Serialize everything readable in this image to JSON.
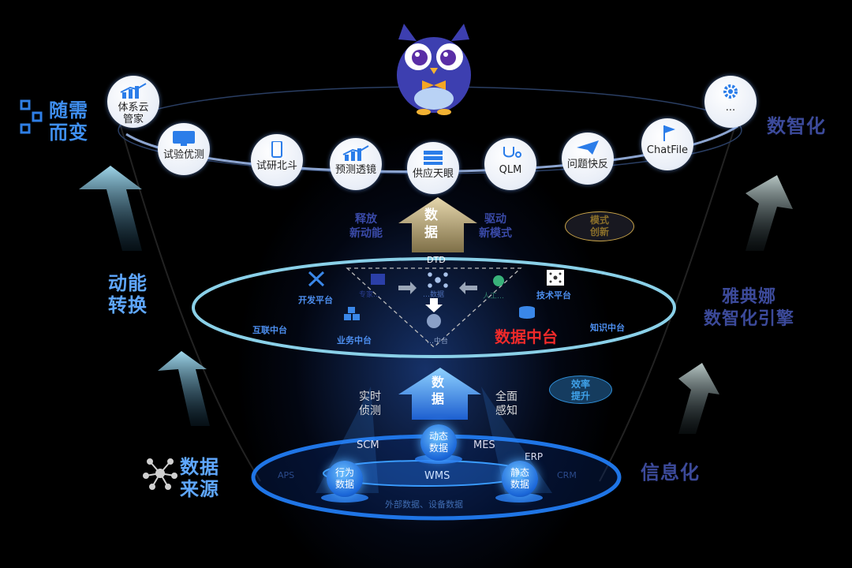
{
  "left": {
    "top_label": "随需\n而变",
    "middle_label": "动能\n转换",
    "bottom_label": "数据\n来源"
  },
  "right": {
    "top_label": "数智化",
    "middle_label": "雅典娜\n数智化引擎",
    "bottom_label": "信息化"
  },
  "top_ring": {
    "nodes": [
      {
        "label": "体系云\n管家",
        "icon": "chart-bars-icon"
      },
      {
        "label": "试验优测",
        "icon": "monitor-icon"
      },
      {
        "label": "试研北斗",
        "icon": "phone-icon"
      },
      {
        "label": "预测透镜",
        "icon": "chart-bars-icon"
      },
      {
        "label": "供应天眼",
        "icon": "stack-icon"
      },
      {
        "label": "QLM",
        "icon": "stethoscope-icon"
      },
      {
        "label": "问题快反",
        "icon": "paper-plane-icon"
      },
      {
        "label": "ChatFile",
        "icon": "flag-icon"
      },
      {
        "label": "...",
        "icon": "gear-icon"
      }
    ]
  },
  "upper_arrow": {
    "text": "数\n据",
    "left_text": "释放\n新动能",
    "right_text": "驱动\n新模式",
    "base_label": "DTD"
  },
  "mode_badge": "模式\n创新",
  "middle_ring": {
    "dev_platform": "开发平台",
    "tech_platform": "技术平台",
    "internet_platform": "互联中台",
    "business_platform": "业务中台",
    "knowledge_platform": "知识中台",
    "data_platform": "数据中台",
    "tri_left": "专家…",
    "tri_center": "…数据",
    "tri_right": "人工…",
    "tri_bottom": "…中台"
  },
  "lower_arrow": {
    "text": "数\n据",
    "left_text": "实时\n侦测",
    "right_text": "全面\n感知"
  },
  "efficiency_badge": "效率\n提升",
  "bottom_ring": {
    "scm": "SCM",
    "mes": "MES",
    "erp": "ERP",
    "aps": "APS",
    "crm": "CRM",
    "wms": "WMS",
    "dynamic_data": "动态\n数据",
    "behavior_data": "行为\n数据",
    "static_data": "静态\n数据",
    "external": "外部数据、设备数据"
  }
}
